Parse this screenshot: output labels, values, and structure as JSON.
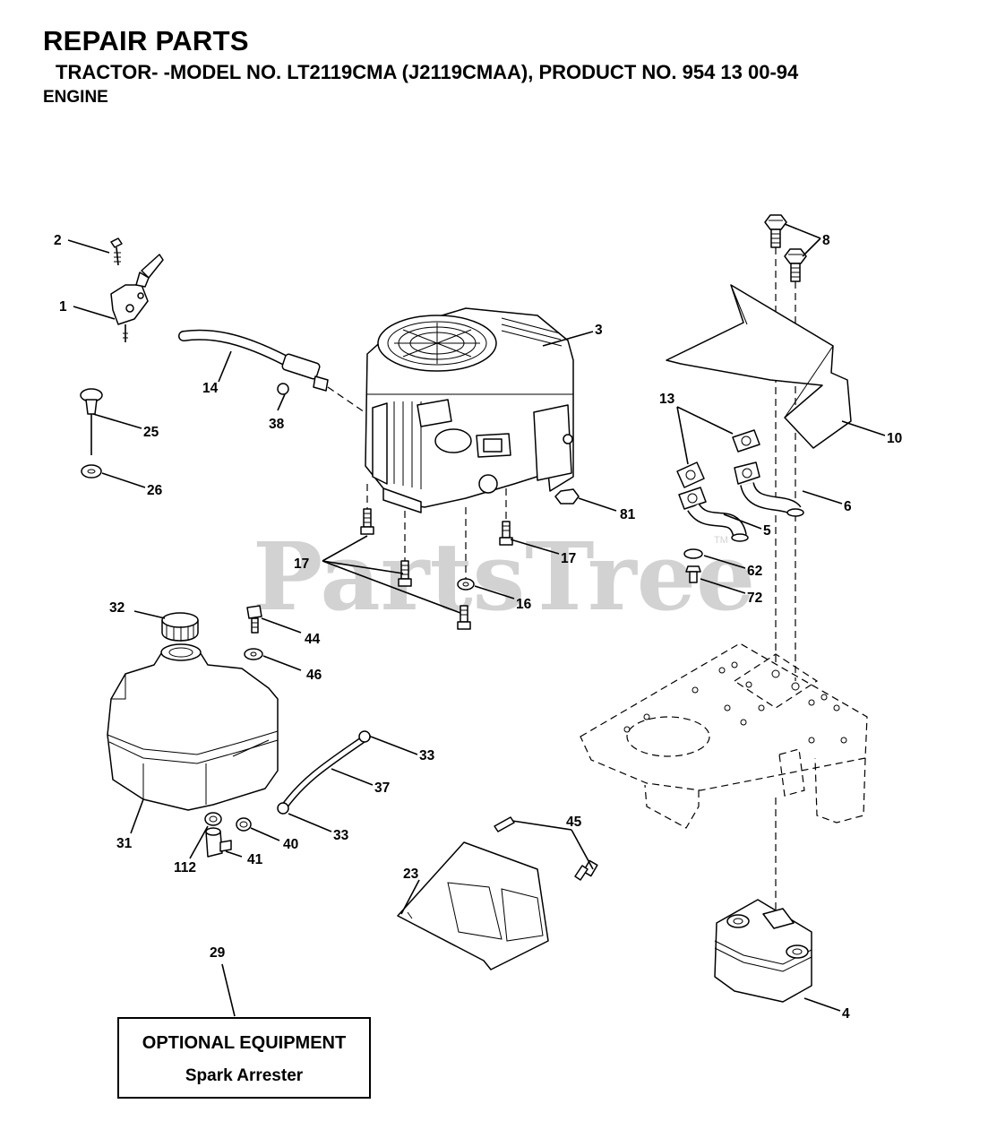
{
  "header": {
    "title": "REPAIR PARTS",
    "subtitle": "TRACTOR- -MODEL NO. LT2119CMA (J2119CMAA), PRODUCT NO. 954 13 00-94",
    "section": "ENGINE"
  },
  "watermark": {
    "text": "PartsTree",
    "trademark": "TM"
  },
  "callouts": {
    "c1": "1",
    "c2": "2",
    "c3": "3",
    "c4": "4",
    "c5": "5",
    "c6": "6",
    "c8": "8",
    "c10": "10",
    "c13": "13",
    "c14": "14",
    "c16": "16",
    "c17a": "17",
    "c17b": "17",
    "c23": "23",
    "c25": "25",
    "c26": "26",
    "c29": "29",
    "c31": "31",
    "c32": "32",
    "c33a": "33",
    "c33b": "33",
    "c37": "37",
    "c38": "38",
    "c40": "40",
    "c41": "41",
    "c44": "44",
    "c45": "45",
    "c46": "46",
    "c62": "62",
    "c72": "72",
    "c81": "81",
    "c112": "112"
  },
  "optional_equipment": {
    "title": "OPTIONAL EQUIPMENT",
    "item": "Spark Arrester"
  }
}
